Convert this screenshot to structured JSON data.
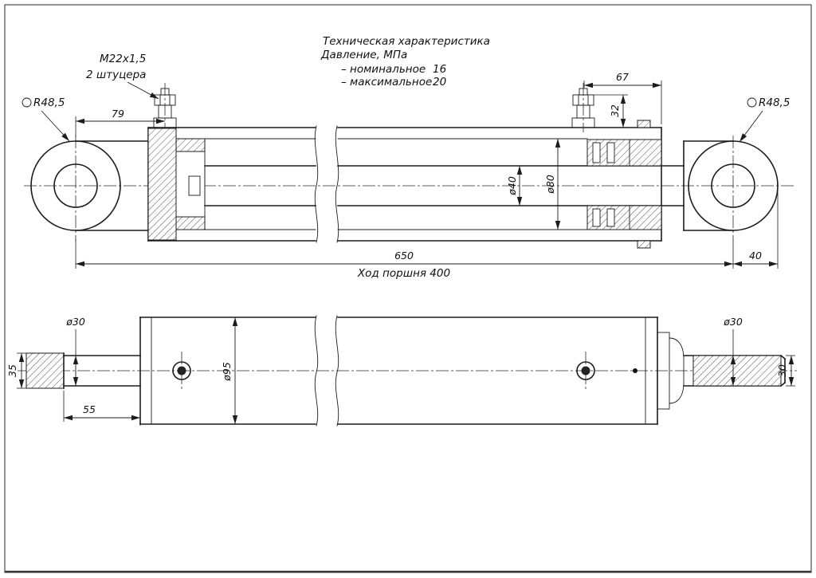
{
  "tech_spec": {
    "title": "Техническая характеристика",
    "pressure_label": "Давление, МПа",
    "nominal_label": "– номинальное",
    "nominal_value": "16",
    "maximum_label": "– максимальное",
    "maximum_value": "20"
  },
  "section_view": {
    "thread_callout": "M22x1,5",
    "fitting_callout": "2 штуцера",
    "eye_radius_left": "R48,5",
    "eye_radius_right": "R48,5",
    "dim_eye_to_port": "79",
    "dim_port_to_end": "67",
    "dim_port_height": "32",
    "dia_rod": "ø40",
    "dia_bore": "ø80",
    "dim_length": "650",
    "dim_eye_width": "40",
    "stroke_note": "Ход поршня 400"
  },
  "external_view": {
    "dia_rod_left": "ø30",
    "dim_shaft_len": "55",
    "dim_end_height": "35",
    "dia_body": "ø95",
    "dia_rod_right": "ø30",
    "dim_rod_end": "30"
  }
}
